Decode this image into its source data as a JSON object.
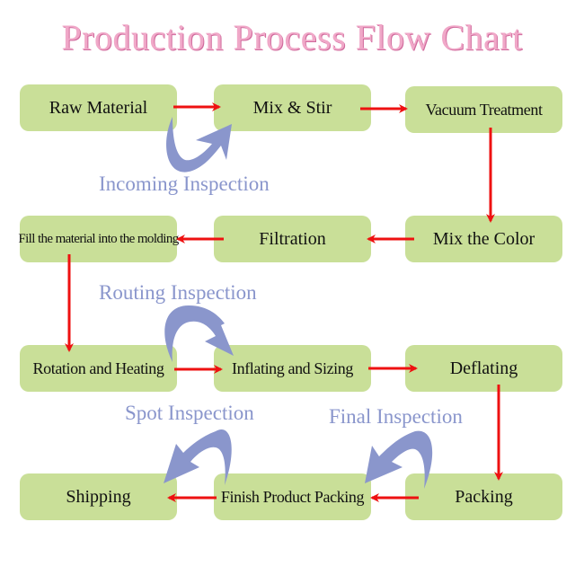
{
  "title": "Production Process  Flow Chart",
  "steps": [
    {
      "id": "raw-material",
      "label": "Raw Material"
    },
    {
      "id": "mix-stir",
      "label": "Mix & Stir"
    },
    {
      "id": "vacuum-treatment",
      "label": "Vacuum Treatment"
    },
    {
      "id": "mix-color",
      "label": "Mix the Color"
    },
    {
      "id": "filtration",
      "label": "Filtration"
    },
    {
      "id": "fill-molding",
      "label": "Fill the material into the molding"
    },
    {
      "id": "rotation-heating",
      "label": "Rotation and Heating"
    },
    {
      "id": "inflating-sizing",
      "label": "Inflating and Sizing"
    },
    {
      "id": "deflating",
      "label": "Deflating"
    },
    {
      "id": "packing",
      "label": "Packing"
    },
    {
      "id": "finish-packing",
      "label": "Finish Product Packing"
    },
    {
      "id": "shipping",
      "label": "Shipping"
    }
  ],
  "inspections": [
    {
      "id": "incoming",
      "label": "Incoming Inspection"
    },
    {
      "id": "routing",
      "label": "Routing Inspection"
    },
    {
      "id": "spot",
      "label": "Spot Inspection"
    },
    {
      "id": "final",
      "label": "Final  Inspection"
    }
  ],
  "colors": {
    "box": "#c9df98",
    "flow_arrow": "#ee1111",
    "inspection": "#8a96cc",
    "title": "#f0a8c8"
  }
}
